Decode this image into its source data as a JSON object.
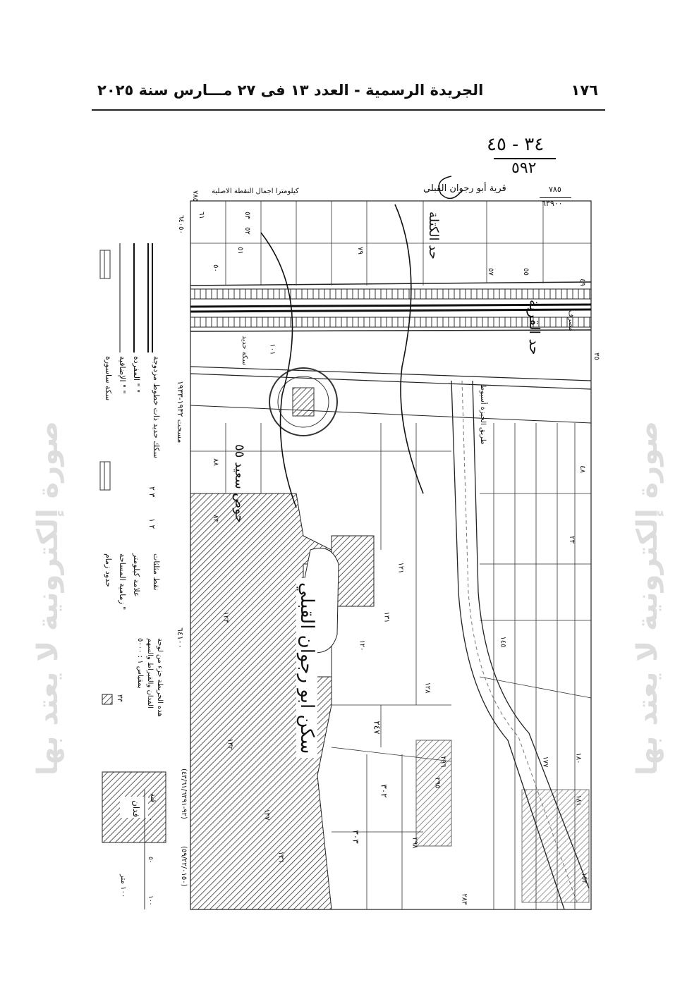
{
  "header": {
    "page_number": "١٧٦",
    "title": "الجريدة الرسمية - العدد ١٣ فى ٢٧ مـــارس سنة ٢٠٢٥"
  },
  "handwritten": {
    "top_ref": "٣٤ - ٤٥",
    "top_ref_denominator": "٥٩٢",
    "main_label": "سكن ابو رجوان القبلي",
    "side_notes": [
      "حوض سعيد ٥٥",
      "حد الكتلة",
      "حد القرية"
    ]
  },
  "map": {
    "village_name": "قرية أبو رجوان القبلي",
    "coord_top_right": "٧٨٥",
    "coord_top_right_2": "٦٣٩٠٠",
    "coord_top_left": "٧٨٥",
    "coord_left_label": "كيلومترا اجمال النقطة الاصلية",
    "coord_bottom": "٦٤١٠٠",
    "coord_left_side": "٦٤٠٥٠",
    "road_label": "طريق الجيزة أسيوط",
    "railway_label": "سكة حديد",
    "canal_label": "مصرف",
    "date_note_1": "(٩٢-٤٣/٦١/٦٢٩١)",
    "date_note_2": "(٥٩/٢٢/٠١٥٠)",
    "year_note": "مسحت ١٩٣٢-١٩٣٣",
    "parcels": [
      "٤٩",
      "٥٥",
      "٥٧",
      "٥٠",
      "٥١",
      "٥٢",
      "٥٣",
      "٦١",
      "٧٩",
      "٨٨",
      "١٠١",
      "١٢١",
      "١٢٠",
      "١٢٨",
      "١٣١",
      "١٣٢",
      "١٣٦",
      "١٣٧",
      "٢٤٧",
      "٣٠٢",
      "٣٠٣",
      "٢٩٨",
      "٢٩٦",
      "٢٩٥",
      "١٧٧",
      "١٨٠",
      "١٨١",
      "١٥٢",
      "٢٨٣",
      "٣٥",
      "٤٨",
      "٢٣",
      "٨٣",
      "١٢٣",
      "١٤٥"
    ]
  },
  "legend": {
    "items": [
      "سكك حديد ذات خطوط مزدوجة",
      "\" \" المفردة",
      "\" \" الإضافية",
      "سكة ساسورة",
      "نقط مثلثات",
      "علامة كيلومتر",
      "\" زمامية المساحة",
      "حدود زمام"
    ],
    "note_lines": [
      "هذه الخريطة جزء من لوحة",
      "الفدان والقيراط والسهم",
      "بمقياس ١ : ٥٠٠٠"
    ],
    "area_unit": "فدان",
    "scale_label": "قبة",
    "scale_text": "١٠٠ متر",
    "scale_ticks": [
      "٠",
      "٥٠",
      "١٠٠"
    ],
    "triangle_labels": [
      "٣ ٢",
      "٢ ١"
    ],
    "small_square_label": "٣٣"
  },
  "watermark": {
    "text": "صورة إلكترونية لا يعتد بها"
  }
}
